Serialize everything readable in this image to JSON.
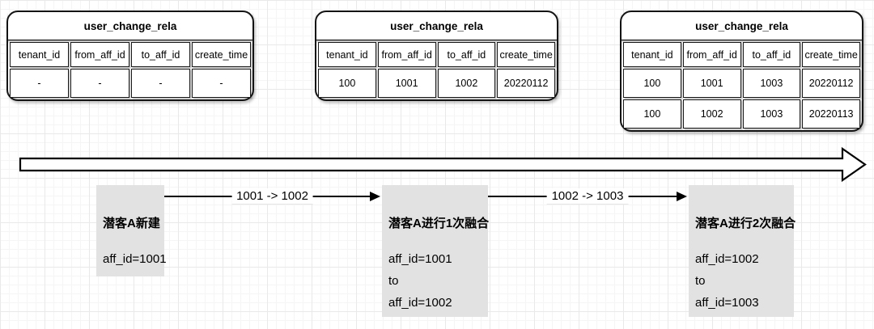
{
  "tables": [
    {
      "title": "user_change_rela",
      "columns": [
        "tenant_id",
        "from_aff_id",
        "to_aff_id",
        "create_time"
      ],
      "rows": [
        [
          "-",
          "-",
          "-",
          "-"
        ]
      ]
    },
    {
      "title": "user_change_rela",
      "columns": [
        "tenant_id",
        "from_aff_id",
        "to_aff_id",
        "create_time"
      ],
      "rows": [
        [
          "100",
          "1001",
          "1002",
          "20220112"
        ]
      ]
    },
    {
      "title": "user_change_rela",
      "columns": [
        "tenant_id",
        "from_aff_id",
        "to_aff_id",
        "create_time"
      ],
      "rows": [
        [
          "100",
          "1001",
          "1003",
          "20220112"
        ],
        [
          "100",
          "1002",
          "1003",
          "20220113"
        ]
      ]
    }
  ],
  "transitions": [
    {
      "label": "1001 -> 1002"
    },
    {
      "label": "1002 -> 1003"
    }
  ],
  "events": [
    {
      "title": "潜客A新建",
      "lines": [
        "aff_id=1001"
      ]
    },
    {
      "title": "潜客A进行1次融合",
      "lines": [
        "aff_id=1001",
        "to",
        "aff_id=1002"
      ]
    },
    {
      "title": "潜客A进行2次融合",
      "lines": [
        "aff_id=1002",
        "to",
        "aff_id=1003"
      ]
    }
  ],
  "colors": {
    "table_border": "#141414",
    "table_fill": "#ffffff",
    "event_fill": "#e2e2e2",
    "arrow": "#000000",
    "grid_minor": "#f5f5f5",
    "grid_major": "#e9e9e9"
  }
}
